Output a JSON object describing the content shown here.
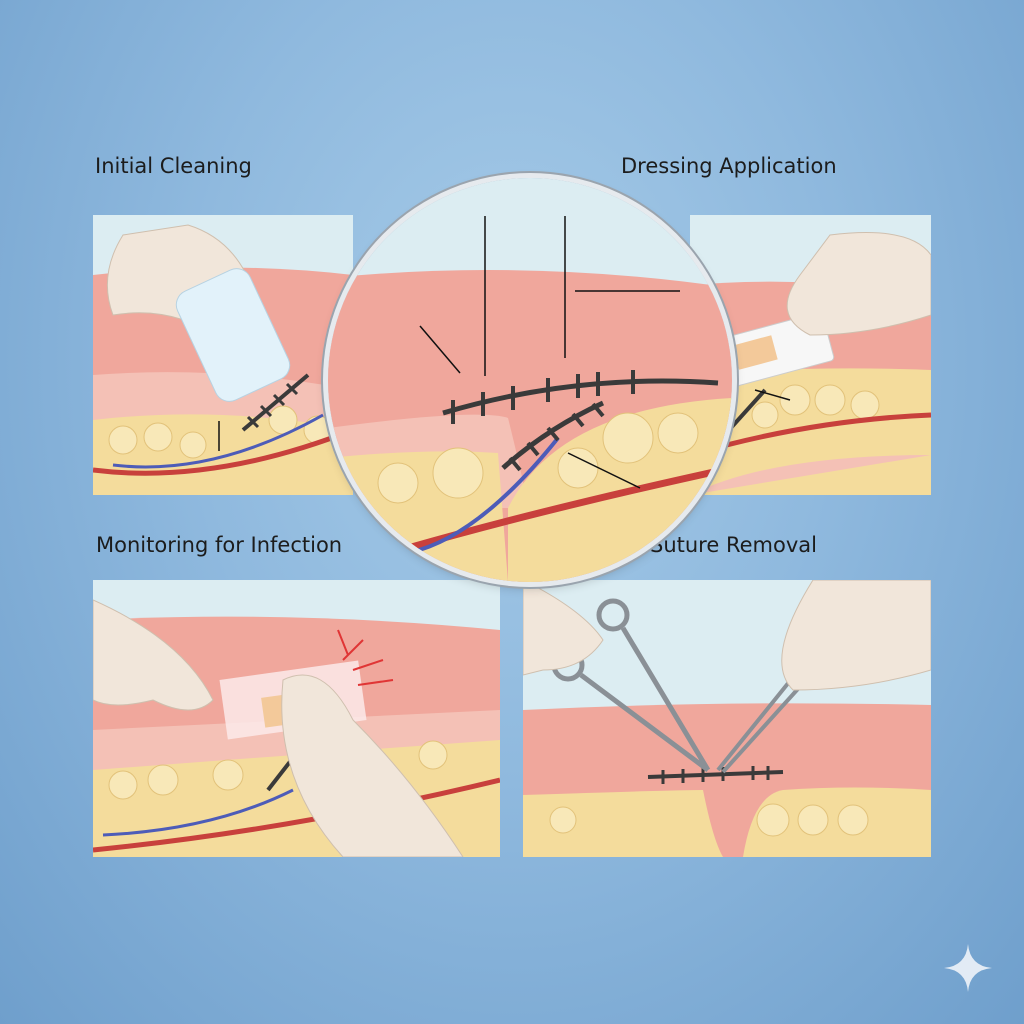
{
  "labels": {
    "initial_cleaning": "Initial Cleaning",
    "dressing_application": "Dressing Application",
    "monitoring_for_infection": "Monitoring for Infection",
    "suture_removal": "Suture Removal"
  },
  "colors": {
    "background": "#8fb9de",
    "sky": "#dcedf2",
    "skin": "#f0a79c",
    "dermis": "#f4c1b6",
    "fat": "#f4dc9c",
    "artery": "#c8403c",
    "vein": "#4d5cb8",
    "suture": "#3a3a3a",
    "glove": "#f1e6da"
  },
  "icons": [
    "sparkle-watermark-icon"
  ]
}
